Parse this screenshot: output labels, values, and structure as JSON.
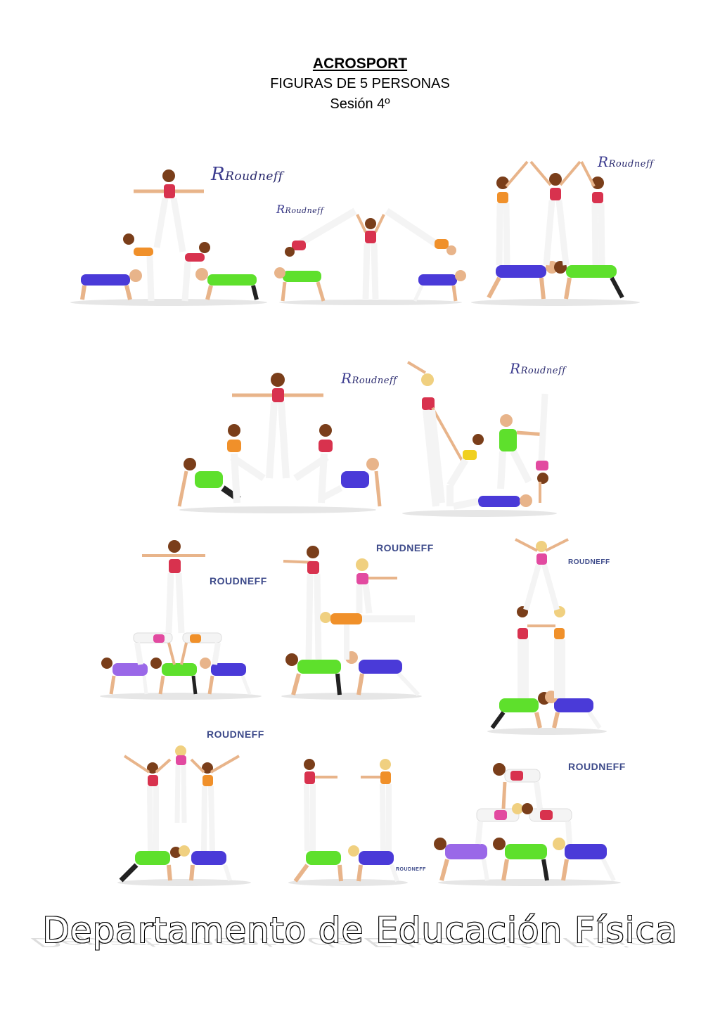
{
  "header": {
    "title": "ACROSPORT",
    "subtitle": "FIGURAS DE 5 PERSONAS",
    "session": "Sesión 4º"
  },
  "logos": {
    "script": "Roudneff",
    "block": "ROUDNEFF"
  },
  "footer": {
    "text": "Departamento de Educación Física"
  },
  "colors": {
    "skin": "#e8b48a",
    "shirt_red": "#d8324e",
    "shirt_pink": "#e24aa0",
    "shirt_orange": "#f0902a",
    "shirt_yellow": "#f0d020",
    "shirt_blue": "#4a3ad8",
    "shirt_green": "#5ee02c",
    "pants_white": "#f4f4f4",
    "pants_black": "#222222",
    "hair": "#7a3e1a",
    "logo_text": "#3d4a8a"
  },
  "figures": [
    {
      "id": "fig-1",
      "logo": "script"
    },
    {
      "id": "fig-2",
      "logo": "script"
    },
    {
      "id": "fig-3",
      "logo": "script"
    },
    {
      "id": "fig-4",
      "logo": "script"
    },
    {
      "id": "fig-5",
      "logo": "script"
    },
    {
      "id": "fig-6",
      "logo": "block"
    },
    {
      "id": "fig-7",
      "logo": "block"
    },
    {
      "id": "fig-8",
      "logo": "block"
    },
    {
      "id": "fig-9",
      "logo": "block"
    },
    {
      "id": "fig-10",
      "logo": "block"
    },
    {
      "id": "fig-11",
      "logo": "block"
    }
  ]
}
